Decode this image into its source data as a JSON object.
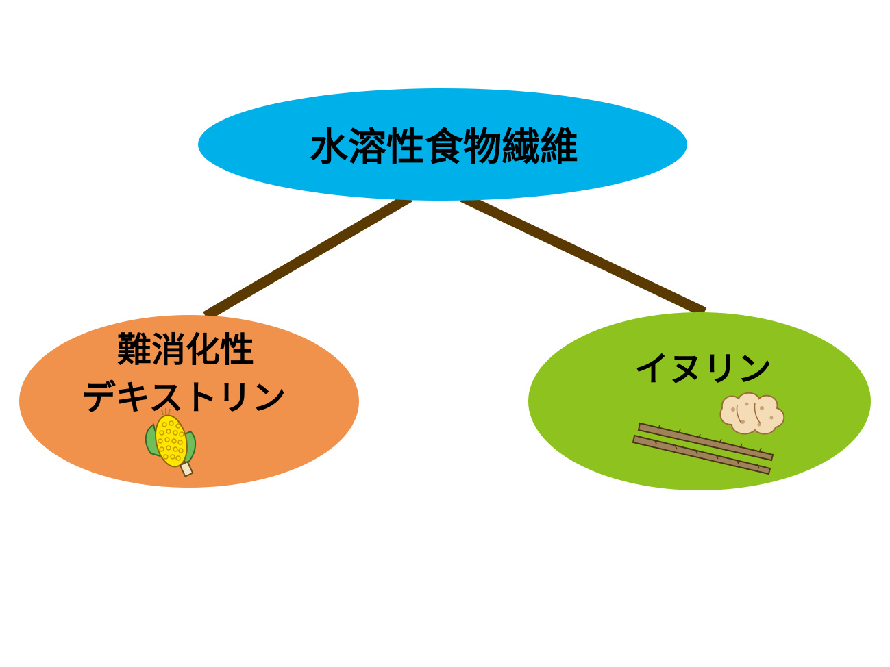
{
  "diagram": {
    "root": {
      "label": "水溶性食物繊維",
      "color": "#00b0e8"
    },
    "children": [
      {
        "label_lines": [
          "難消化性",
          "デキストリン"
        ],
        "color": "#f0914c",
        "icon": "corn-icon"
      },
      {
        "label_lines": [
          "イヌリン"
        ],
        "color": "#8dc21f",
        "icons": [
          "burdock-root-icon",
          "jerusalem-artichoke-icon"
        ]
      }
    ],
    "connector_color": "#5a3a00"
  }
}
